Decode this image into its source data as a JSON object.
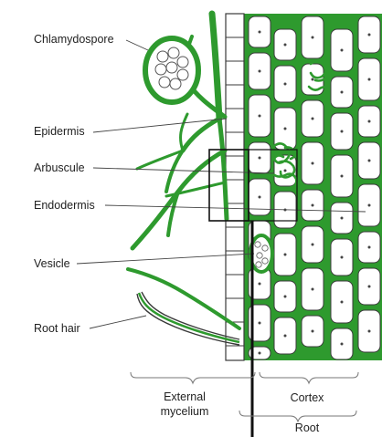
{
  "labels": {
    "chlamydospore": "Chlamydospore",
    "epidermis": "Epidermis",
    "arbuscule": "Arbuscule",
    "endodermis": "Endodermis",
    "vesicle": "Vesicle",
    "root_hair": "Root hair"
  },
  "captions": {
    "external_line1": "External",
    "external_line2": "mycelium",
    "cortex": "Cortex",
    "root": "Root"
  },
  "colors": {
    "fungus": "#2e9a2e",
    "cell_outline": "#3a3a3a",
    "cell_fill": "#ffffff",
    "text": "#222222"
  }
}
